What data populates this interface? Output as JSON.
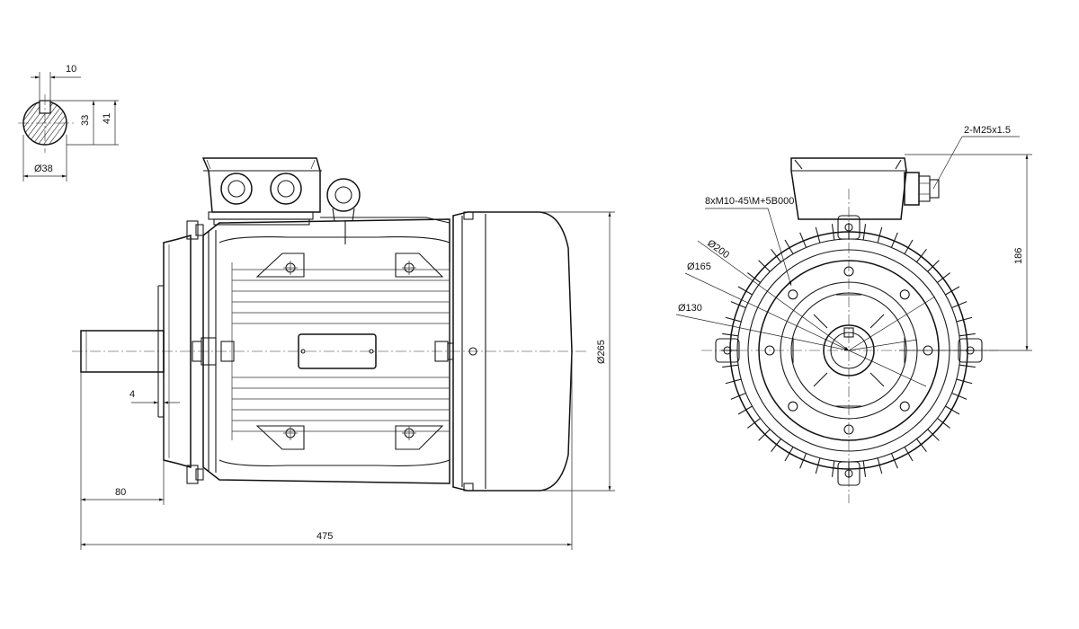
{
  "dimensions": {
    "key_width": "10",
    "key_depth": "33",
    "shaft_height": "41",
    "shaft_diameter": "Ø38",
    "flange_offset": "4",
    "shaft_length": "80",
    "overall_length": "475",
    "housing_diameter": "Ø265",
    "cable_gland": "2-M25x1.5",
    "flange_bolts": "8xM10-45\\M+5B000",
    "flange_d1": "Ø200",
    "flange_d2": "Ø165",
    "flange_d3": "Ø130",
    "terminal_height": "186"
  }
}
